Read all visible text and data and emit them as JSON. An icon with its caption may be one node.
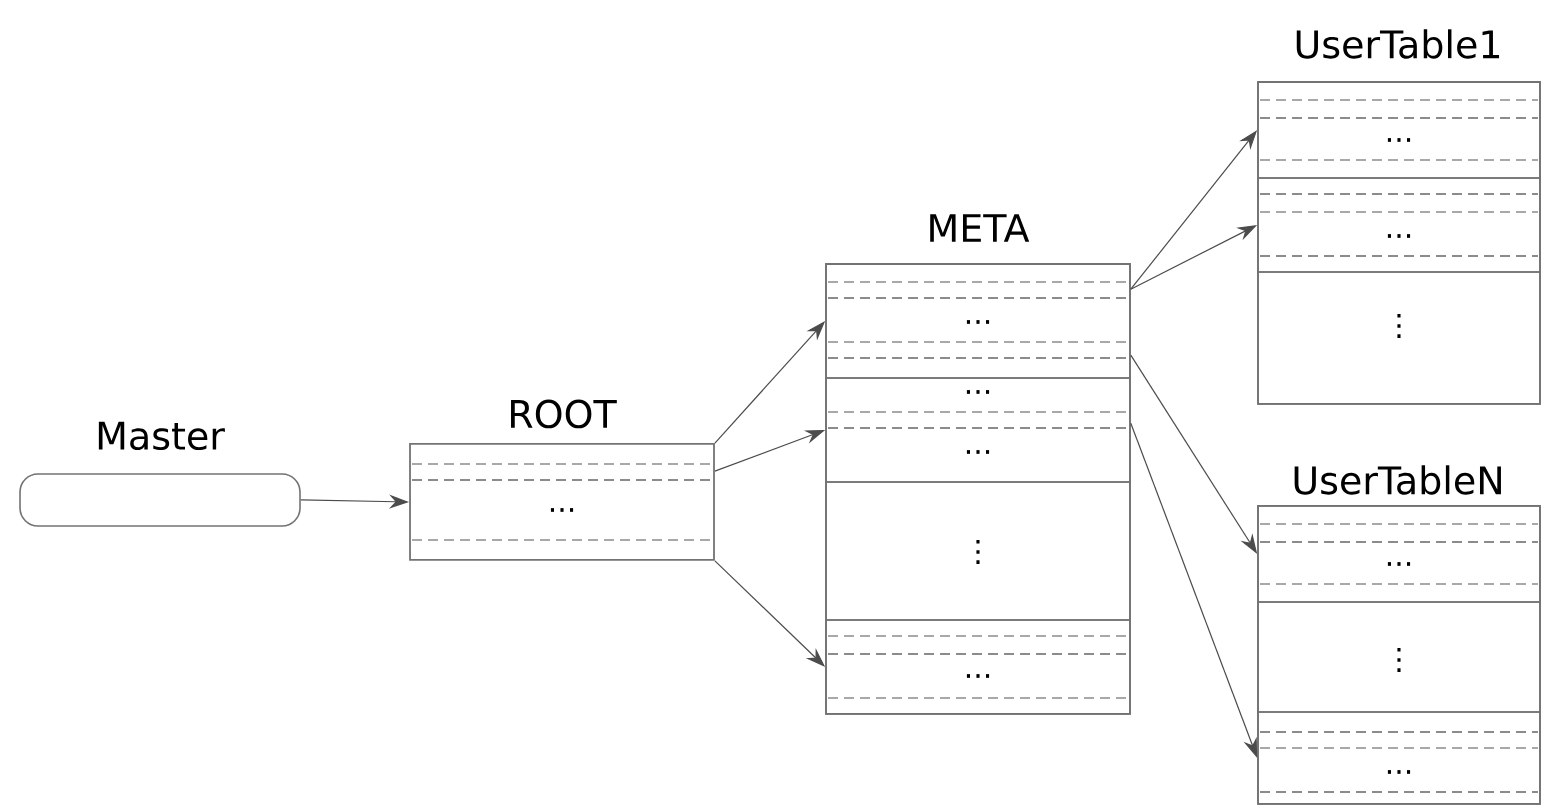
{
  "diagram": {
    "nodes": [
      {
        "text": [
          "Master"
        ]
      },
      {
        "text": [
          "ROOT",
          "..."
        ]
      },
      {
        "text": [
          "META"
        ]
      },
      {
        "text": [
          "..."
        ],
        "in": 2
      },
      {
        "text": [
          "...",
          "..."
        ],
        "in": 2
      },
      {
        "text": [
          "⋮"
        ],
        "in": 2
      },
      {
        "text": [
          "..."
        ],
        "in": 2
      },
      {
        "text": [
          "UserTable1"
        ]
      },
      {
        "text": [
          "..."
        ],
        "in": 7
      },
      {
        "text": [
          "..."
        ],
        "in": 7
      },
      {
        "text": [
          "⋮"
        ],
        "in": 7
      },
      {
        "text": [
          "UserTableN"
        ]
      },
      {
        "text": [
          "..."
        ],
        "in": 11
      },
      {
        "text": [
          "⋮"
        ],
        "in": 11
      },
      {
        "text": [
          "..."
        ],
        "in": 11
      }
    ],
    "edges": [
      {
        "from": 0,
        "to": 1,
        "arrow": "to"
      },
      {
        "from": 1,
        "to": 3,
        "arrow": "to"
      },
      {
        "from": 1,
        "to": 4,
        "arrow": "to"
      },
      {
        "from": 1,
        "to": 6,
        "arrow": "to"
      },
      {
        "from": 3,
        "to": 8,
        "arrow": "to"
      },
      {
        "from": 3,
        "to": 9,
        "arrow": "to"
      },
      {
        "from": 3,
        "to": 12,
        "arrow": "to"
      },
      {
        "from": 4,
        "to": 14,
        "arrow": "to"
      }
    ]
  }
}
